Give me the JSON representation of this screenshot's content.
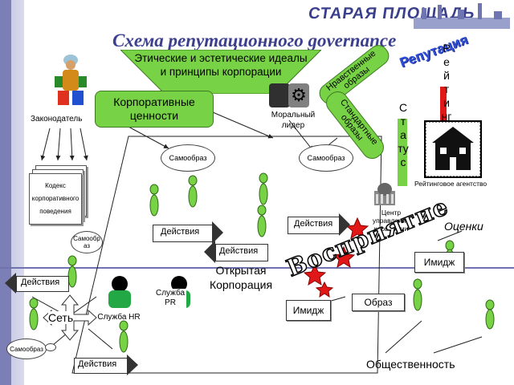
{
  "brand": "СТАРАЯ ПЛОЩАДЬ",
  "title": "Схема репутационного governance",
  "ideals": "Этические и эстетические идеалы и принципы корпорации",
  "corp_values": "Корпоративные ценности",
  "legislator": "Законодатель",
  "code": "Кодекс корпоративного поведения",
  "moral_leader": "Моральный лидер",
  "moral_images": "Нравственные образы",
  "standard_images": "Стандартные образы",
  "reputation": "Репутация",
  "rating_vert": "Рейтинг",
  "status_vert": "Статус",
  "rating_agency": "Рейтинговое агентство",
  "career_center": "Центр управления карьерами",
  "self_image": "Самообраз",
  "self_image_split": "Самообраз",
  "actions": "Действия",
  "open_corp": "Открытая Корпорация",
  "hr_service": "Служба HR",
  "pr_service": "Служба PR",
  "network": "Сеть",
  "perception": "Восприятие",
  "evaluations": "Оценки",
  "image_label": "Имидж",
  "obraz": "Образ",
  "public": "Общественность",
  "colors": {
    "green": "#78d246",
    "accent": "#3b3f8e",
    "reputation": "#3050d8",
    "red": "#e01818"
  }
}
